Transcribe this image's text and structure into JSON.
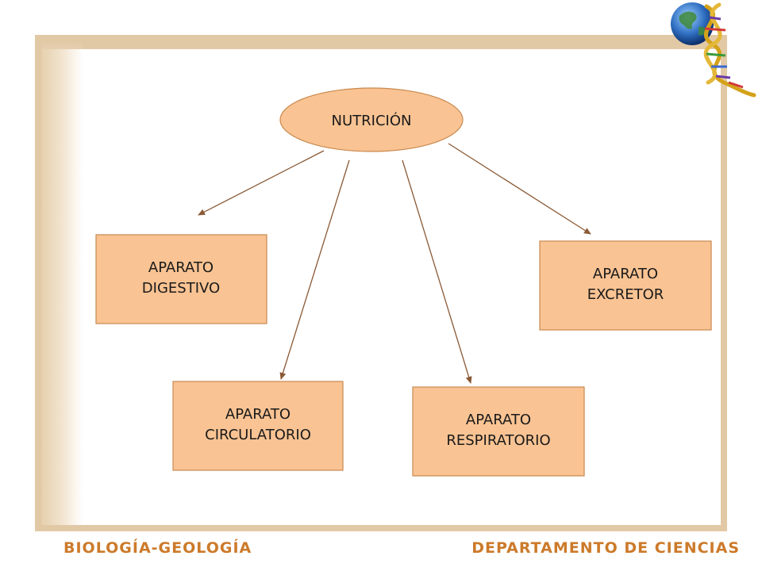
{
  "diagram": {
    "root": {
      "label": "NUTRICIÓN"
    },
    "children": [
      {
        "id": "digestivo",
        "lines": [
          "APARATO",
          "DIGESTIVO"
        ]
      },
      {
        "id": "circulatorio",
        "lines": [
          "APARATO",
          "CIRCULATORIO"
        ]
      },
      {
        "id": "respiratorio",
        "lines": [
          "APARATO",
          "RESPIRATORIO"
        ]
      },
      {
        "id": "excretor",
        "lines": [
          "APARATO",
          "EXCRETOR"
        ]
      }
    ],
    "colors": {
      "node_fill": "#f9c393",
      "node_stroke": "#c9894f",
      "arrow": "#8a5a36"
    }
  },
  "footer": {
    "left": "BIOLOGÍA-GEOLOGÍA",
    "right": "DEPARTAMENTO DE CIENCIAS",
    "color": "#cc7a2a"
  },
  "logo": {
    "icon": "globe-dna-icon"
  }
}
